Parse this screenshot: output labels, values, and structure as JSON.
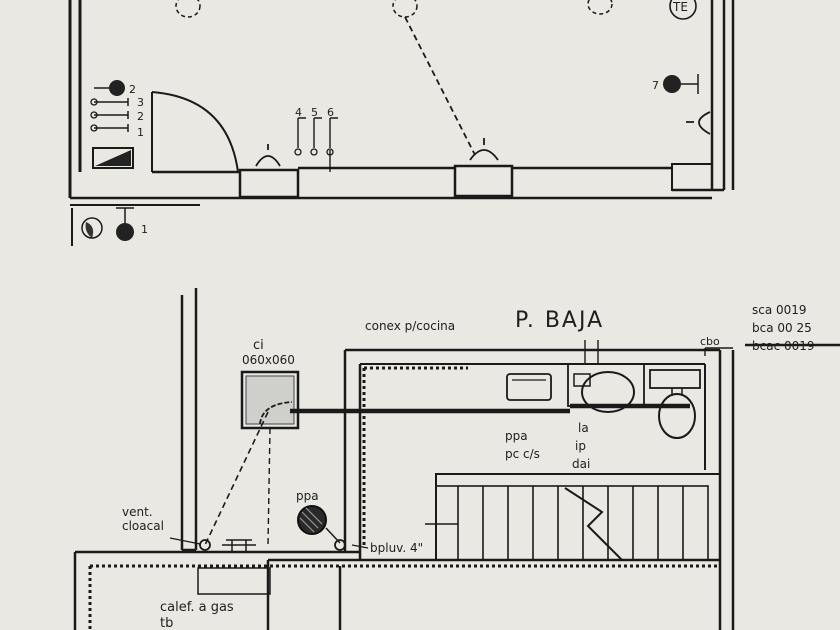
{
  "upper_plan": {
    "te_label": "TE",
    "switch_numbers": [
      "2",
      "3",
      "2",
      "1"
    ],
    "outlet_numbers": [
      "4",
      "5",
      "6"
    ],
    "point_7": "7",
    "point_1": "1"
  },
  "lower_plan": {
    "title": "P. BAJA",
    "kitchen_connection": "conex p/cocina",
    "pipes": [
      "sca 0019",
      "bca 00 25",
      "bcac 0019"
    ],
    "cbo": "cbo",
    "inspection_chamber": "ci",
    "inspection_size": "060x060",
    "ppa_center": "ppa",
    "pc_cs": "pc c/s",
    "fixture_codes": [
      "la",
      "ip",
      "dai"
    ],
    "vent_line1": "vent.",
    "vent_line2": "cloacal",
    "ppa_left": "ppa",
    "downpipe": "bpluv. 4\"",
    "heater_line1": "calef. a gas",
    "heater_line2": "tb"
  }
}
